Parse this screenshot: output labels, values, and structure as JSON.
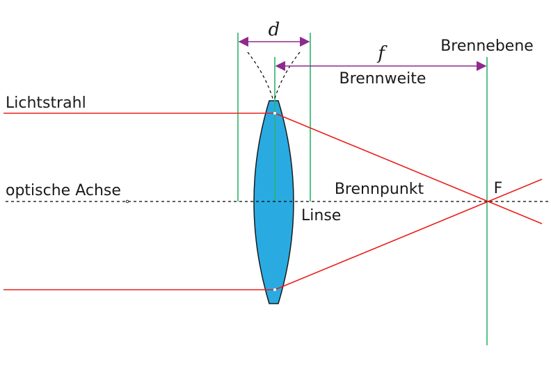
{
  "labels": {
    "d": "d",
    "f": "f",
    "focal_plane": "Brennebene",
    "focal_length": "Brennweite",
    "light_ray": "Lichtstrahl",
    "optical_axis": "optische Achse",
    "focal_point": "Brennpunkt",
    "focal_point_symbol": "F",
    "lens": "Linse"
  },
  "colors": {
    "lens_fill": "#29abe2",
    "ray": "#e8201a",
    "guide": "#2bb36b",
    "dimension_arrow": "#8e2a8e",
    "axis": "#000000"
  }
}
